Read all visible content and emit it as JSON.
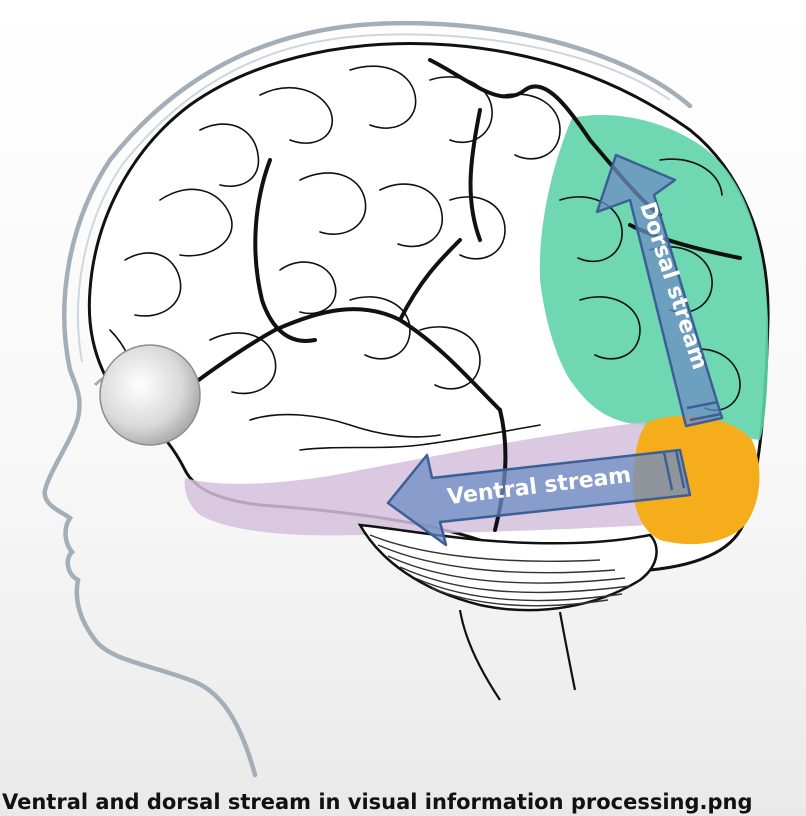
{
  "caption": "Ventral and dorsal stream in visual information processing.png",
  "labels": {
    "dorsal": "Dorsal stream",
    "ventral": "Ventral stream"
  },
  "colors": {
    "dorsal_region": "#5fd3a9",
    "ventral_region": "#d4bfdc",
    "occipital_region": "#f5ad1c",
    "arrow": "#6c8ec4",
    "arrow_outline": "#3d5f95"
  }
}
